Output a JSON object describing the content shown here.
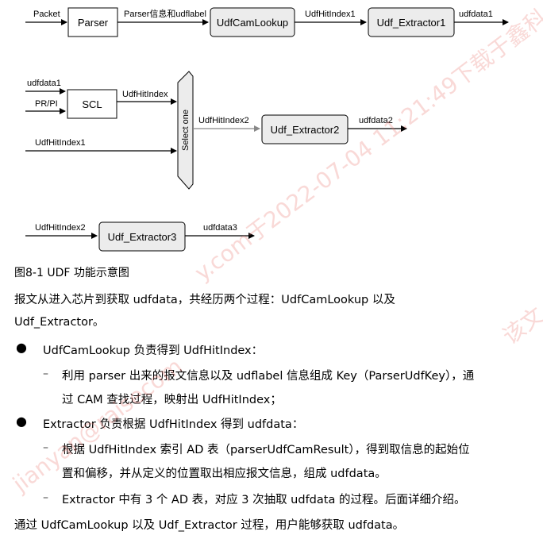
{
  "diagram": {
    "packet_label": "Packet",
    "parser_label": "Parser",
    "parser_out_label": "Parser信息和udflabel",
    "cam_label": "UdfCamLookup",
    "hit1_label": "UdfHitIndex1",
    "extractor1_label": "Udf_Extractor1",
    "udfdata1_out_label": "udfdata1",
    "udfdata1_in_label": "udfdata1",
    "prpi_label": "PR/PI",
    "scl_label": "SCL",
    "scl_out_label": "UdfHitIndex",
    "hit1_in_label": "UdfHitIndex1",
    "select_label": "Select one",
    "hit2_mid_label": "UdfHitIndex2",
    "extractor2_label": "Udf_Extractor2",
    "udfdata2_label": "udfdata2",
    "hit2_in_label": "UdfHitIndex2",
    "extractor3_label": "Udf_Extractor3",
    "udfdata3_label": "udfdata3"
  },
  "watermark": {
    "line1": "y.com于2022-07-04 11:21:49下载于鑫科",
    "line2": "该文",
    "line3": "jianyan@raisecom"
  },
  "caption": "图8-1 UDF 功能示意图",
  "intro_line1": "报文从进入芯片到获取 udfdata，共经历两个过程：UdfCamLookup 以及",
  "intro_line2": "Udf_Extractor。",
  "bullets": [
    {
      "dot": "●",
      "text": "UdfCamLookup 负责得到 UdfHitIndex：",
      "sub": [
        {
          "dash": "–",
          "line1": "利用 parser 出来的报文信息以及 udflabel 信息组成 Key（ParserUdfKey），通",
          "line2": "过 CAM 查找过程，映射出 UdfHitIndex；"
        }
      ]
    },
    {
      "dot": "●",
      "text": "Extractor 负责根据 UdfHitIndex 得到 udfdata：",
      "sub": [
        {
          "dash": "–",
          "line1": "根据 UdfHitIndex 索引 AD 表（parserUdfCamResult），得到取信息的起始位",
          "line2": "置和偏移，并从定义的位置取出相应报文信息，组成 udfdata。"
        },
        {
          "dash": "–",
          "line1": "Extractor 中有 3 个 AD 表，对应 3 次抽取 udfdata 的过程。后面详细介绍。",
          "line2": ""
        }
      ]
    }
  ],
  "closing": "通过 UdfCamLookup 以及 Udf_Extractor 过程，用户能够获取 udfdata。"
}
